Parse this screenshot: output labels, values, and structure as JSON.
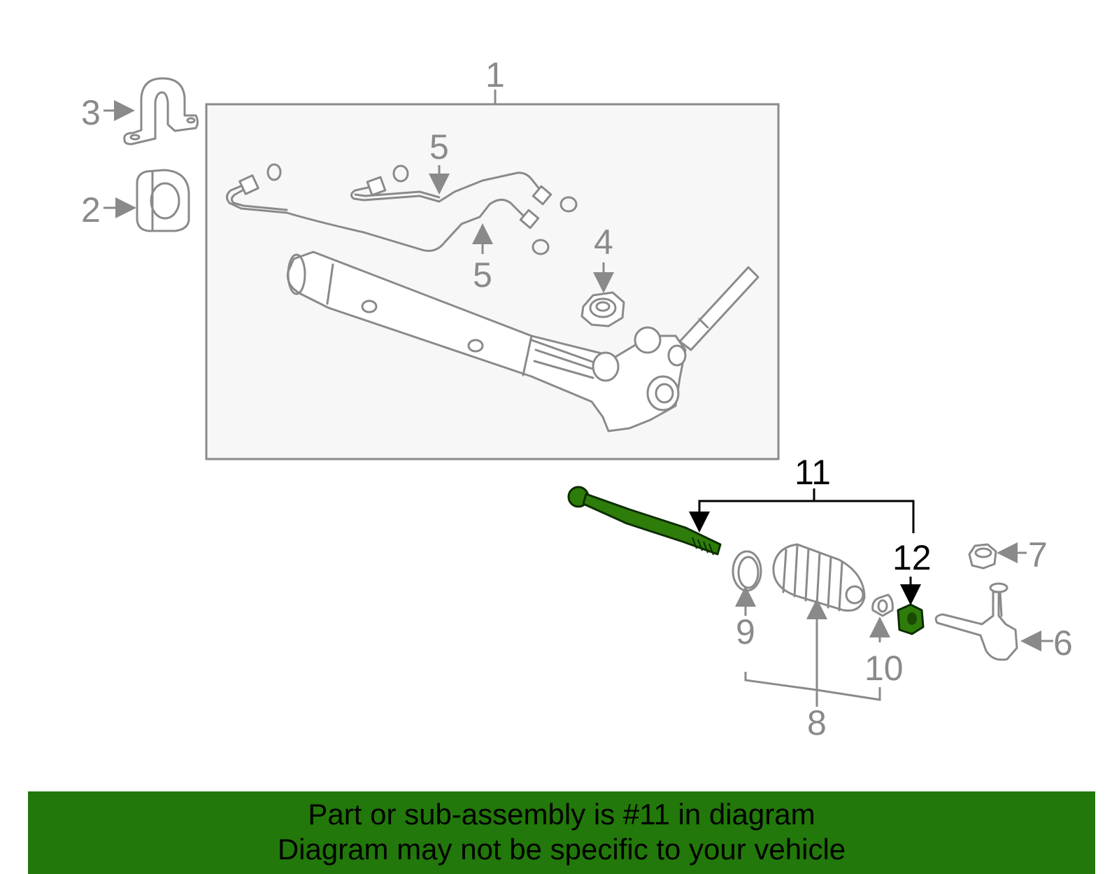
{
  "colors": {
    "highlight": "#2e7d0a",
    "banner": "#22780a",
    "part_lines": "#8a8a8a",
    "box_background": "#f7f7f7"
  },
  "highlighted_part": "11",
  "callouts": {
    "c1": "1",
    "c2": "2",
    "c3": "3",
    "c4": "4",
    "c5_top": "5",
    "c5_bottom": "5",
    "c6": "6",
    "c7": "7",
    "c8": "8",
    "c9": "9",
    "c10": "10",
    "c11": "11",
    "c12": "12"
  },
  "banner": {
    "line1": "Part or sub-assembly is #11 in diagram",
    "line2": "Diagram may not be specific to your vehicle"
  }
}
